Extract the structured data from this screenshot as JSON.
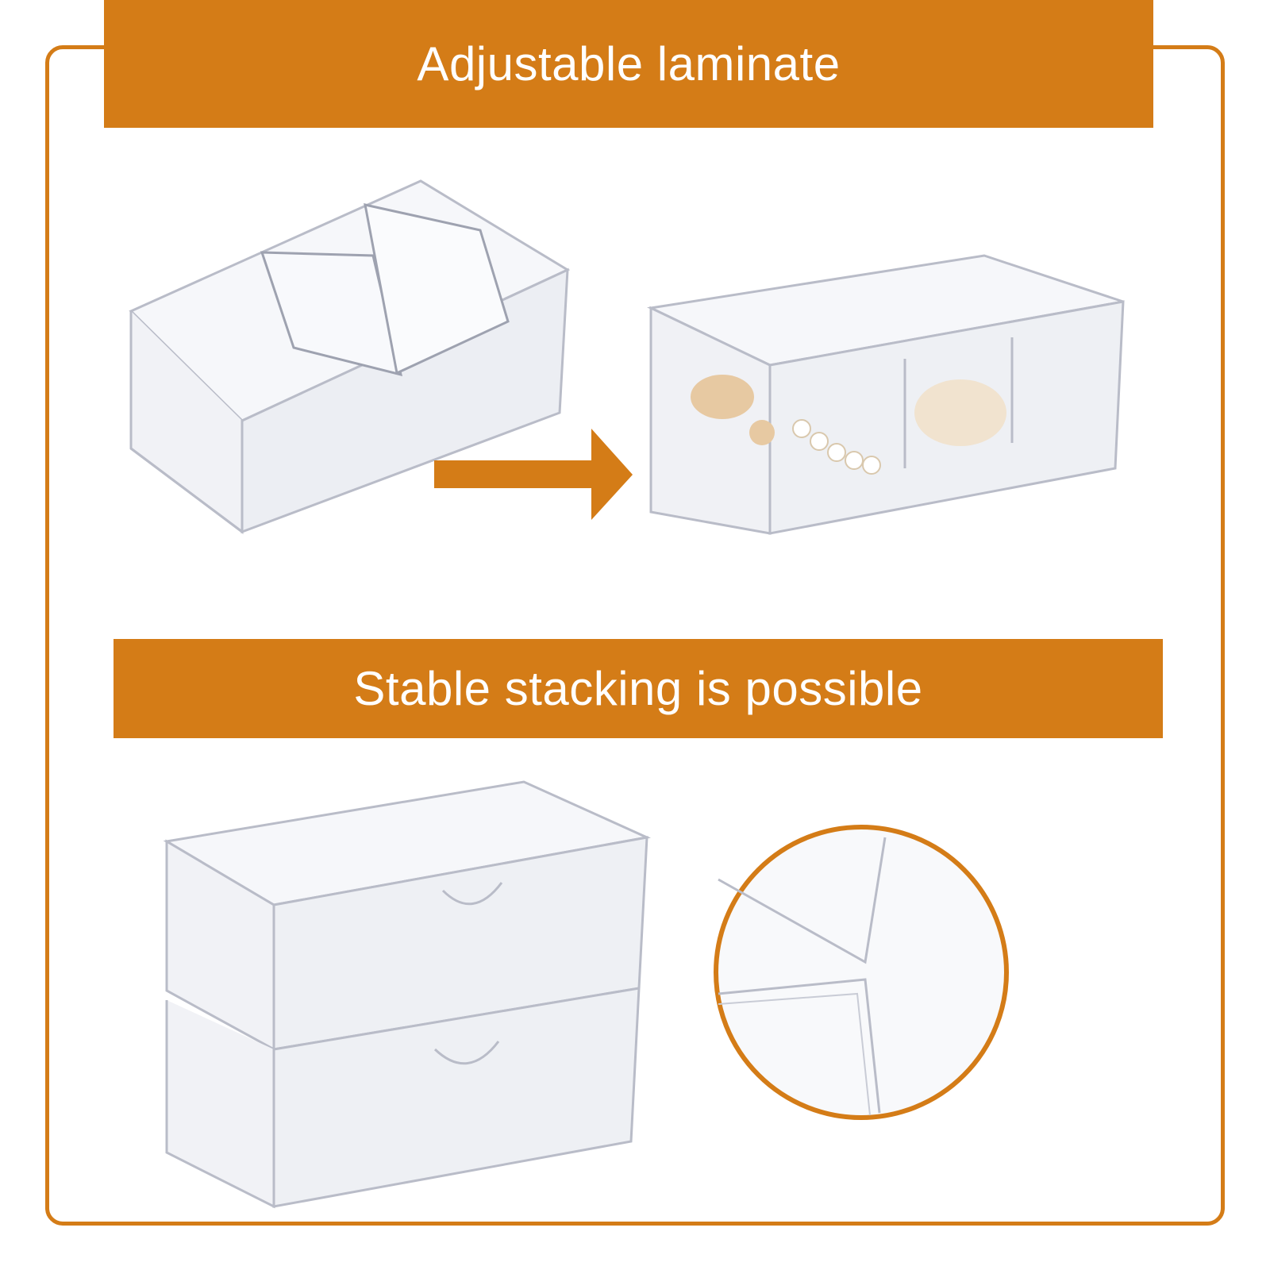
{
  "banners": {
    "top": "Adjustable laminate",
    "bottom": "Stable stacking is possible"
  },
  "colors": {
    "accent": "#d47c17",
    "acrylic_edge": "#b9bcc8",
    "acrylic_fill": "#f3f4f8"
  },
  "icons": {
    "arrow": "arrow-right-icon",
    "zoom": "magnifier-circle"
  }
}
